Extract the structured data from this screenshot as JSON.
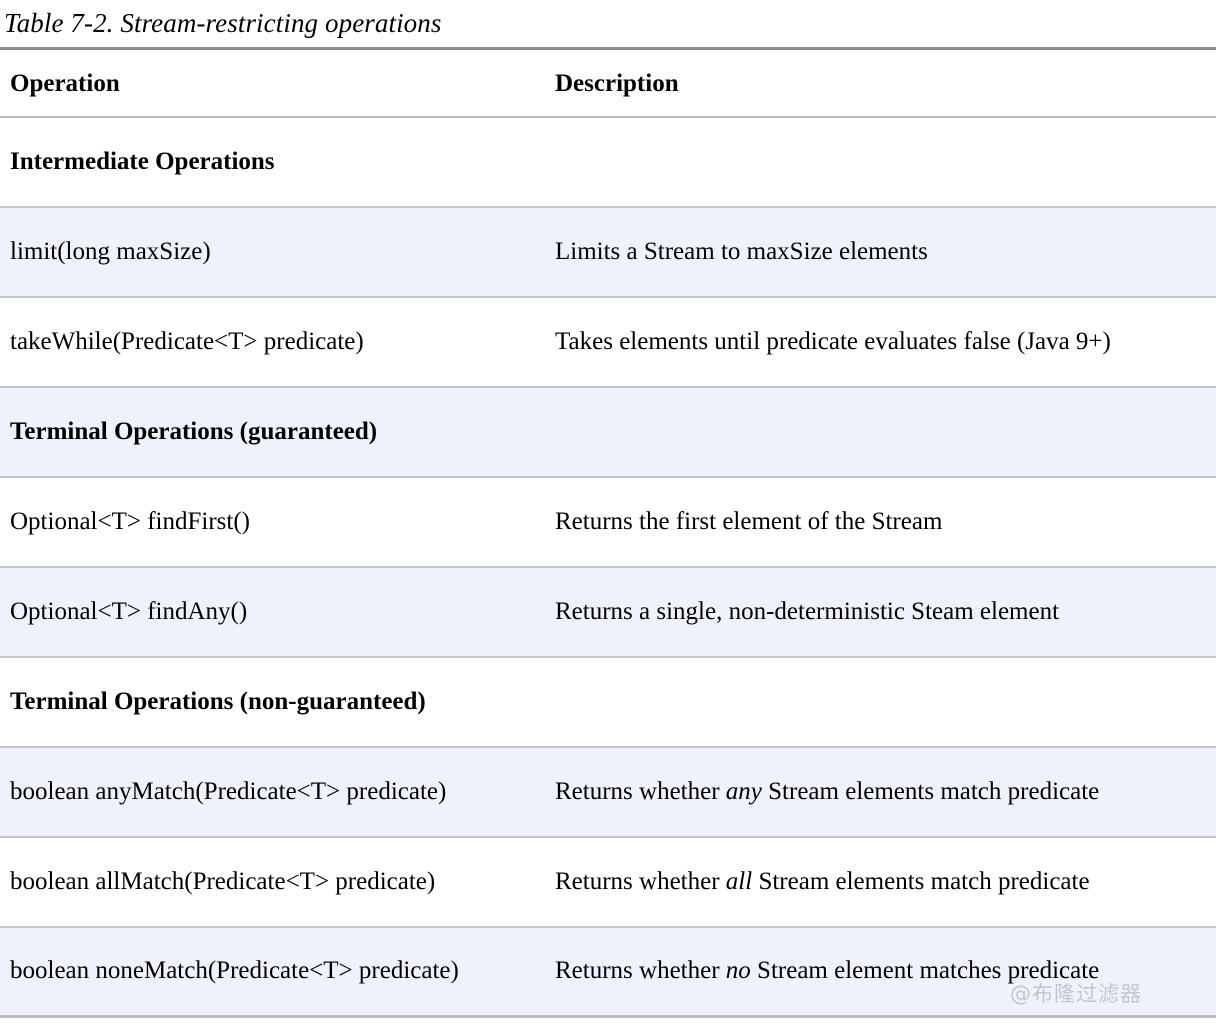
{
  "caption": "Table 7-2. Stream-restricting operations",
  "columns": {
    "operation": "Operation",
    "description": "Description"
  },
  "rows": [
    {
      "kind": "section",
      "shade": "white",
      "label": "Intermediate Operations"
    },
    {
      "kind": "data",
      "shade": "tint",
      "operation": "limit(long maxSize)",
      "description_prefix": "Limits a Stream to maxSize elements",
      "description_emphasis": "",
      "description_suffix": ""
    },
    {
      "kind": "data",
      "shade": "white",
      "operation": "takeWhile(Predicate<T> predicate)",
      "description_prefix": "Takes elements until predicate evaluates false (Java 9+)",
      "description_emphasis": "",
      "description_suffix": ""
    },
    {
      "kind": "section",
      "shade": "tint",
      "label": "Terminal Operations (guaranteed)"
    },
    {
      "kind": "data",
      "shade": "white",
      "operation": "Optional<T> findFirst()",
      "description_prefix": "Returns the first element of the Stream",
      "description_emphasis": "",
      "description_suffix": ""
    },
    {
      "kind": "data",
      "shade": "tint",
      "operation": "Optional<T> findAny()",
      "description_prefix": "Returns a single, non-deterministic Steam element",
      "description_emphasis": "",
      "description_suffix": ""
    },
    {
      "kind": "section",
      "shade": "white",
      "label": "Terminal Operations (non-guaranteed)"
    },
    {
      "kind": "data",
      "shade": "tint",
      "operation": "boolean anyMatch(Predicate<T> predicate)",
      "description_prefix": "Returns whether ",
      "description_emphasis": "any",
      "description_suffix": " Stream elements match predicate"
    },
    {
      "kind": "data",
      "shade": "white",
      "operation": "boolean allMatch(Predicate<T> predicate)",
      "description_prefix": "Returns whether ",
      "description_emphasis": "all",
      "description_suffix": " Stream elements match predicate"
    },
    {
      "kind": "data",
      "shade": "tint",
      "operation": "boolean noneMatch(Predicate<T> predicate)",
      "description_prefix": "Returns whether ",
      "description_emphasis": "no",
      "description_suffix": " Stream element matches predicate"
    }
  ],
  "watermark": "@布隆过滤器",
  "colors": {
    "row_tint": "#eff2fa",
    "row_white": "#ffffff",
    "rule": "#c2c6ce",
    "rule_strong": "#8a8d93",
    "text": "#000000",
    "watermark": "#b9bfcc"
  }
}
